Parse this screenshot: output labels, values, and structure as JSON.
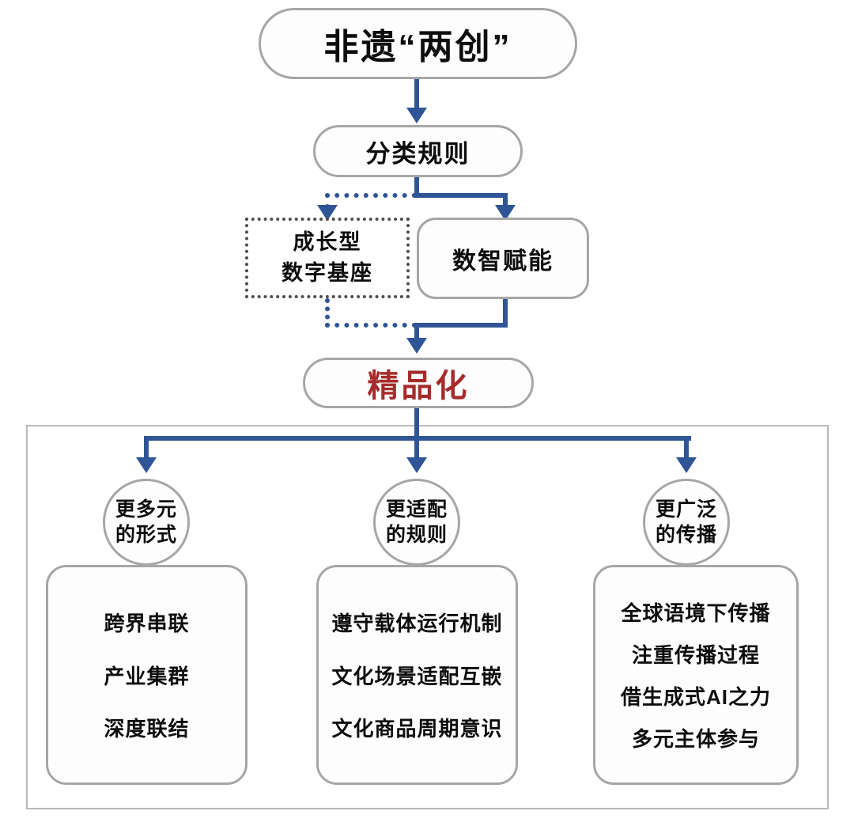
{
  "diagram": {
    "title_node": "非遗“两创”",
    "rule_node": "分类规则",
    "dotted_node_line1": "成长型",
    "dotted_node_line2": "数字基座",
    "empower_node": "数智赋能",
    "premium_node": "精品化",
    "colors": {
      "connector_blue": "#2F5597",
      "premium_red": "#A62B2B",
      "node_border_gray": "#A6A6A6",
      "dotted_border_gray": "#4D4D4D",
      "container_border": "#B9B9B9",
      "text_black": "#0D0D0D",
      "background": "#FFFFFF"
    },
    "branches": [
      {
        "circle_line1": "更多元",
        "circle_line2": "的形式",
        "items": [
          "跨界串联",
          "产业集群",
          "深度联结"
        ]
      },
      {
        "circle_line1": "更适配",
        "circle_line2": "的规则",
        "items": [
          "遵守载体运行机制",
          "文化场景适配互嵌",
          "文化商品周期意识"
        ]
      },
      {
        "circle_line1": "更广泛",
        "circle_line2": "的传播",
        "items": [
          "全球语境下传播",
          "注重传播过程",
          "借生成式AI之力",
          "多元主体参与"
        ]
      }
    ]
  }
}
